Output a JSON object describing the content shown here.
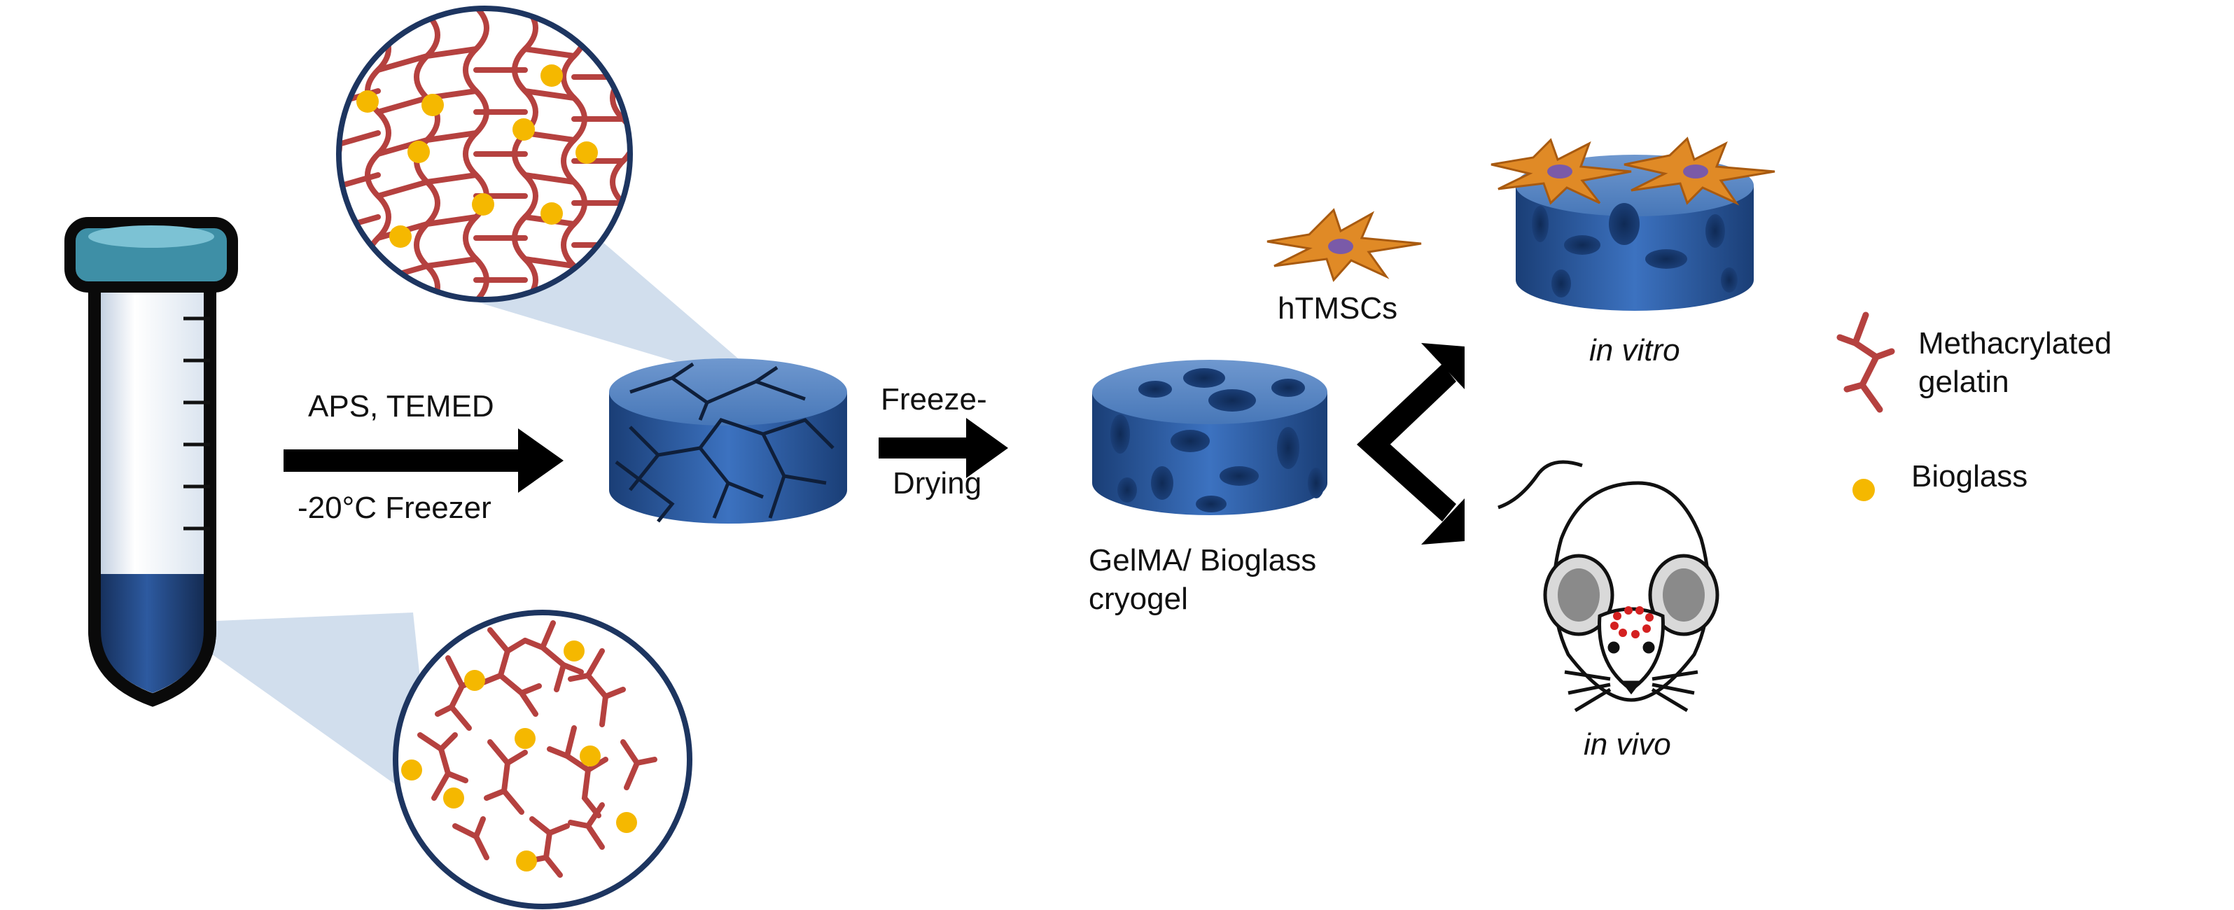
{
  "steps": {
    "step1_top": "APS,  TEMED",
    "step1_bottom": "-20°C Freezer",
    "step2_top": "Freeze-",
    "step2_bottom": "Drying"
  },
  "products": {
    "cryogel_line1": "GelMA/ Bioglass",
    "cryogel_line2": "cryogel",
    "cells": "hTMSCs",
    "in_vitro": "in vitro",
    "in_vivo": "in vivo"
  },
  "legend": {
    "gelatin_line1": "Methacrylated",
    "gelatin_line2": "gelatin",
    "bioglass": "Bioglass"
  },
  "colors": {
    "polymer": "#b5413f",
    "bioglass": "#f5b800",
    "scaffold": "#2a5a9c",
    "tube_cap": "#3e8fa6",
    "tube_liquid": "#1e3f76",
    "cell": "#e08a26",
    "nucleus": "#7a5aa8",
    "mouse_mark": "#d42020",
    "zoom_cone": "#c9d8ea"
  }
}
